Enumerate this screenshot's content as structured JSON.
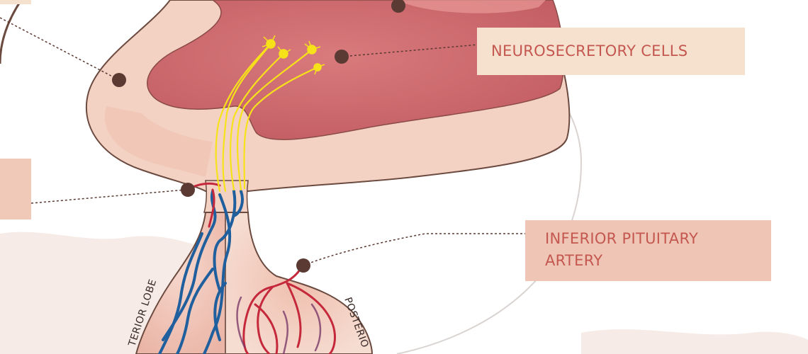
{
  "labels": {
    "neurosecretory": "NEUROSECRETORY CELLS",
    "inferior_pituitary_artery_line1": "INFERIOR PITUITARY",
    "inferior_pituitary_artery_line2": "ARTERY",
    "anterior_lobe_partial": "TERIOR LOBE",
    "posterior_lobe_partial": "POSTERIO"
  },
  "colors": {
    "hypothalamus_outer": "#f3d2c4",
    "hypothalamus_inner": "#c9676b",
    "neuron": "#f7e21a",
    "artery": "#c5283b",
    "vein": "#1f5f9e",
    "label_bg": "#f6e1cf",
    "label_text": "#c4574f",
    "marker": "#5a3a32"
  }
}
